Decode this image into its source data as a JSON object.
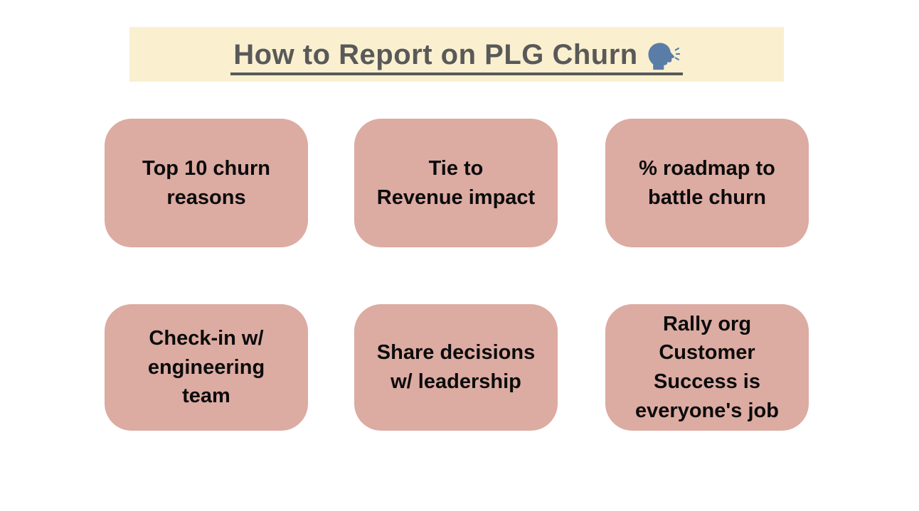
{
  "banner": {
    "title": "How to Report on PLG Churn",
    "icon": "speaking-head-icon"
  },
  "cards": [
    {
      "label": "Top 10 churn reasons",
      "lines": [
        "Top 10 churn",
        "reasons"
      ]
    },
    {
      "label": "Tie to Revenue impact",
      "lines": [
        "Tie to",
        "Revenue impact"
      ]
    },
    {
      "label": "% roadmap to battle churn",
      "lines": [
        "% roadmap to",
        "battle churn"
      ]
    },
    {
      "label": "Check-in w/ engineering team",
      "lines": [
        "Check-in w/",
        "engineering",
        "team"
      ]
    },
    {
      "label": "Share decisions w/ leadership",
      "lines": [
        "Share decisions",
        "w/ leadership"
      ]
    },
    {
      "label": "Rally org Customer Success is everyone's job",
      "lines": [
        "Rally org",
        "Customer",
        "Success is",
        "everyone's job"
      ]
    }
  ],
  "colors": {
    "page_bg": "#ffffff",
    "banner_bg": "#faf0cf",
    "title_text": "#595959",
    "card_bg": "#dcaba2",
    "card_text": "#0b0b0b",
    "icon_blue": "#5a7da8"
  }
}
